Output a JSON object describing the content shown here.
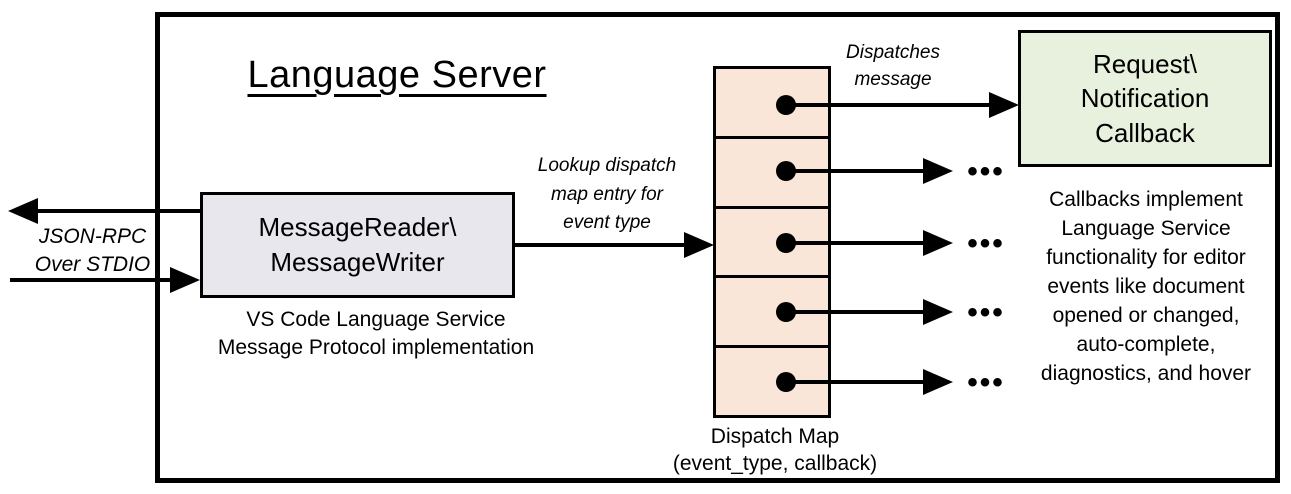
{
  "diagram": {
    "title": "Language Server",
    "transport_label": "JSON-RPC\nOver STDIO",
    "io_box": {
      "label": "MessageReader\\\nMessageWriter",
      "caption": "VS Code Language Service\nMessage Protocol implementation",
      "fill": "#e9e7ee"
    },
    "lookup_label": "Lookup dispatch\nmap entry for\nevent type",
    "dispatches_label": "Dispatches\nmessage",
    "dispatch_map": {
      "caption": "Dispatch Map\n(event_type, callback)",
      "row_count": 5,
      "fill": "#fae6d8"
    },
    "callback_box": {
      "label": "Request\\\nNotification\nCallback",
      "fill": "#e8f0de"
    },
    "callbacks_note": "Callbacks implement\nLanguage Service\nfunctionality for editor\nevents like document\nopened or changed,\nauto-complete,\ndiagnostics, and hover",
    "icons": {
      "ellipsis": "•••"
    },
    "colors": {
      "line": "#000000",
      "border": "#000000",
      "background": "#ffffff"
    }
  }
}
